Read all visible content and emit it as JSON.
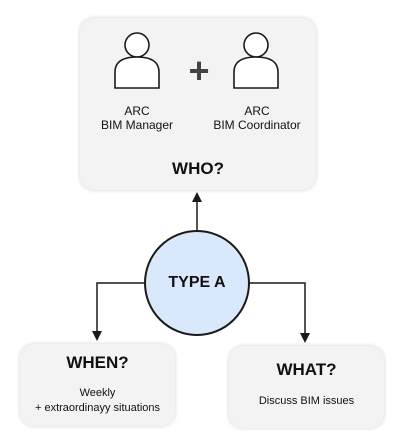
{
  "who": {
    "role_left": [
      "ARC",
      "BIM Manager"
    ],
    "operator": "+",
    "role_right": [
      "ARC",
      "BIM Coordinator"
    ],
    "title": "WHO?"
  },
  "center": {
    "label": "TYPE A",
    "fill": "#dae8fc"
  },
  "when": {
    "title": "WHEN?",
    "detail": [
      "Weekly",
      "+ extraordinayy situations"
    ]
  },
  "what": {
    "title": "WHAT?",
    "detail": "Discuss BIM issues"
  },
  "colors": {
    "box_background": "#f3f3f3",
    "circle_fill": "#dae8fc",
    "line": "#1a1a1a"
  },
  "icons": [
    "person-icon",
    "plus-icon",
    "arrow-icon"
  ]
}
